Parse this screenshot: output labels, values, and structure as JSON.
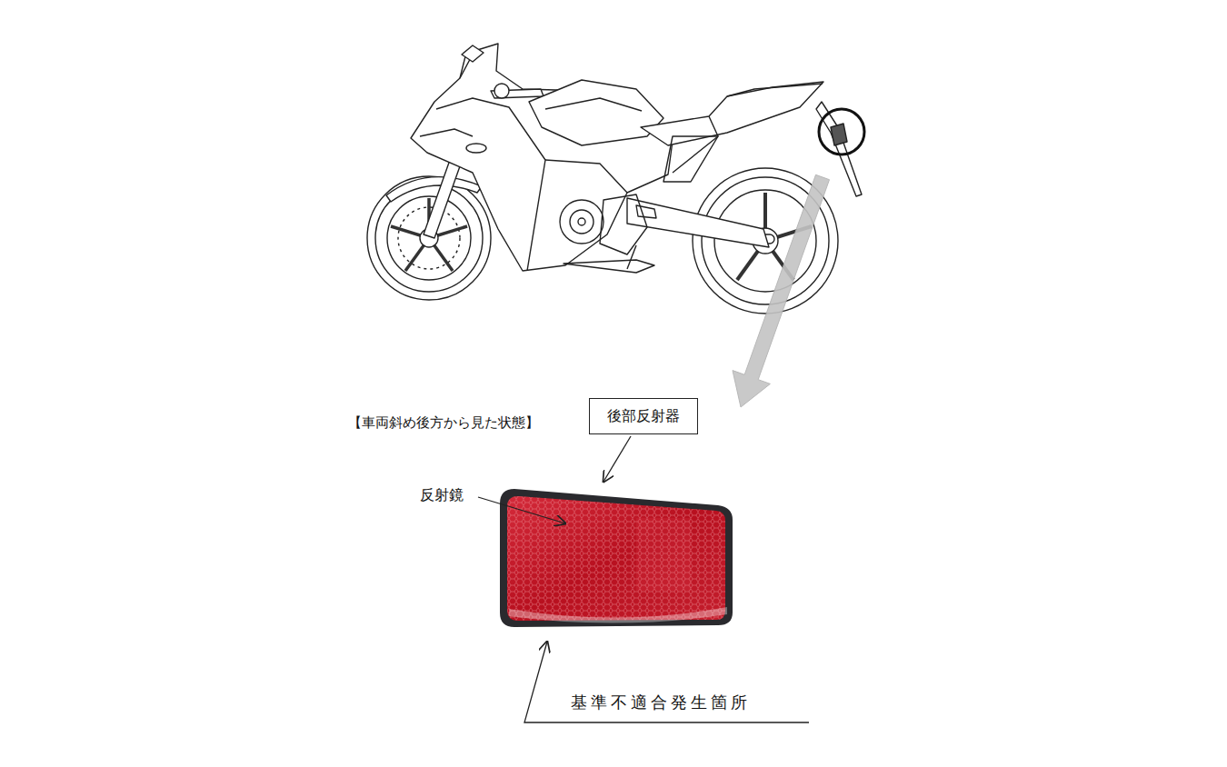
{
  "diagram": {
    "nodes": [
      {
        "text": [
          "後部反射器"
        ]
      }
    ],
    "labels": [
      "【車両斜め後方から見た状態】",
      "反射鏡",
      "基準不適合発生箇所"
    ]
  }
}
